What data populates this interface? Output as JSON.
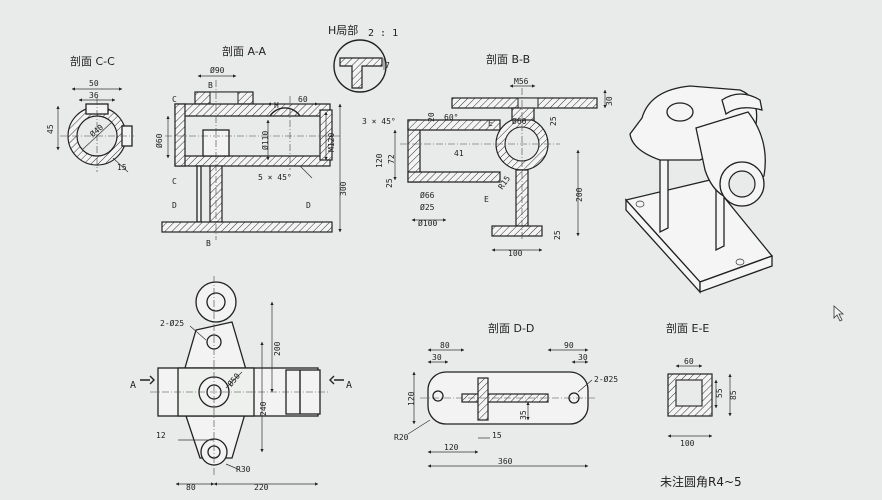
{
  "views": {
    "section_cc": "剖面 C-C",
    "section_aa": "剖面 A-A",
    "section_bb": "剖面 B-B",
    "detail_h": "H局部",
    "detail_scale": "2 : 1",
    "section_dd": "剖面 D-D",
    "section_ee": "剖面 E-E"
  },
  "dims": {
    "cc": [
      "50",
      "36",
      "45",
      "Ø40",
      "15"
    ],
    "aa": [
      "Ø90",
      "60",
      "Ø60",
      "Ø110",
      "M120",
      "300",
      "5 × 45°"
    ],
    "aa_marks": [
      "B",
      "C",
      "C",
      "D",
      "D",
      "B",
      "H"
    ],
    "h": [
      "7"
    ],
    "bb": [
      "M56",
      "30",
      "20",
      "60°",
      "Ø60",
      "25",
      "3 × 45°",
      "120",
      "72",
      "41",
      "25",
      "R15",
      "Ø66",
      "Ø25",
      "Ø100",
      "200",
      "25",
      "100"
    ],
    "bb_marks": [
      "E",
      "E"
    ],
    "top": [
      "2-Ø25",
      "200",
      "Ø50",
      "240",
      "12",
      "R30",
      "80",
      "220"
    ],
    "top_marks": [
      "A",
      "A"
    ],
    "dd": [
      "80",
      "30",
      "90",
      "30",
      "2-Ø25",
      "120",
      "35",
      "R20",
      "15",
      "120",
      "360"
    ],
    "ee": [
      "60",
      "55",
      "85",
      "100"
    ]
  },
  "note": "未注圆角R4~5"
}
